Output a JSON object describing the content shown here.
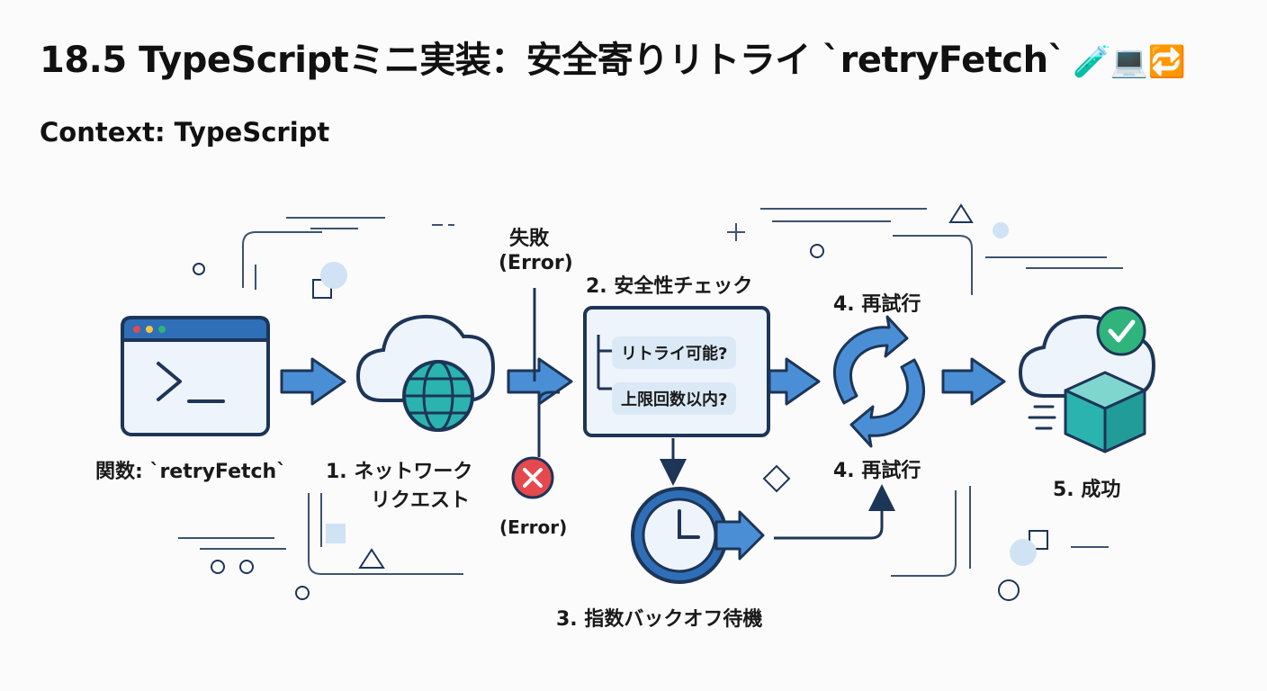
{
  "title": "18.5 TypeScriptミニ実装：安全寄りリトライ `retryFetch`",
  "title_emoji": "🧪💻🔁",
  "subtitle": "Context: TypeScript",
  "nodes": {
    "function_label": "関数: `retryFetch`",
    "network_label_1": "1. ネットワーク",
    "network_label_2": "リクエスト",
    "fail_label_1": "失敗",
    "fail_label_2": "(Error)",
    "error_label": "(Error)",
    "safety_label": "2. 安全性チェック",
    "check_1": "リトライ可能?",
    "check_2": "上限回数以内?",
    "backoff_label": "3. 指数バックオフ待機",
    "retry_label_top": "4. 再試行",
    "retry_label_bottom": "4. 再試行",
    "success_label": "5. 成功"
  },
  "colors": {
    "primary": "#2f6fb8",
    "primary_light": "#4a8fd6",
    "navy": "#1d3557",
    "teal": "#2bb3b0",
    "error": "#e5484d",
    "success": "#2fb47c",
    "panel": "#eef4fb"
  }
}
